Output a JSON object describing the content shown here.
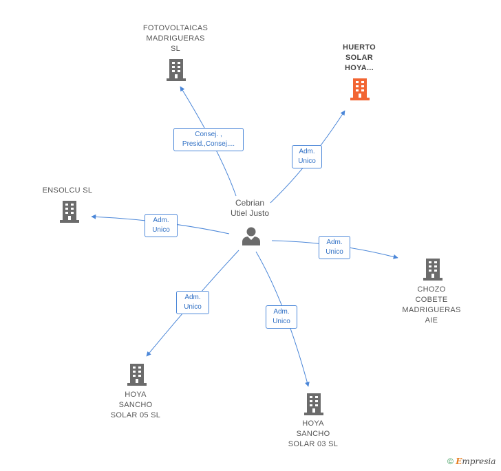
{
  "center": {
    "name": "Cebrian\nUtiel Justo"
  },
  "nodes": [
    {
      "id": "fotovoltaicas",
      "name": "FOTOVOLTAICAS\nMADRIGUERAS\nSL",
      "focus": false
    },
    {
      "id": "huerto",
      "name": "HUERTO\nSOLAR\nHOYA...",
      "focus": true
    },
    {
      "id": "ensolcu",
      "name": "ENSOLCU SL",
      "focus": false
    },
    {
      "id": "chozo",
      "name": "CHOZO\nCOBETE\nMADRIGUERAS AIE",
      "focus": false
    },
    {
      "id": "hoya05",
      "name": "HOYA\nSANCHO\nSOLAR 05 SL",
      "focus": false
    },
    {
      "id": "hoya03",
      "name": "HOYA\nSANCHO\nSOLAR 03 SL",
      "focus": false
    }
  ],
  "edges": [
    {
      "to": "fotovoltaicas",
      "label": "Consej. ,\nPresid.,Consej...."
    },
    {
      "to": "huerto",
      "label": "Adm.\nUnico"
    },
    {
      "to": "ensolcu",
      "label": "Adm.\nUnico"
    },
    {
      "to": "chozo",
      "label": "Adm.\nUnico"
    },
    {
      "to": "hoya05",
      "label": "Adm.\nUnico"
    },
    {
      "to": "hoya03",
      "label": "Adm.\nUnico"
    }
  ],
  "colors": {
    "building": "#6b6b6b",
    "focus_building": "#f26532",
    "edge": "#4a86d8",
    "person": "#6b6b6b"
  },
  "footer": {
    "copyright": "©",
    "brand_first": "E",
    "brand_rest": "mpresia"
  }
}
